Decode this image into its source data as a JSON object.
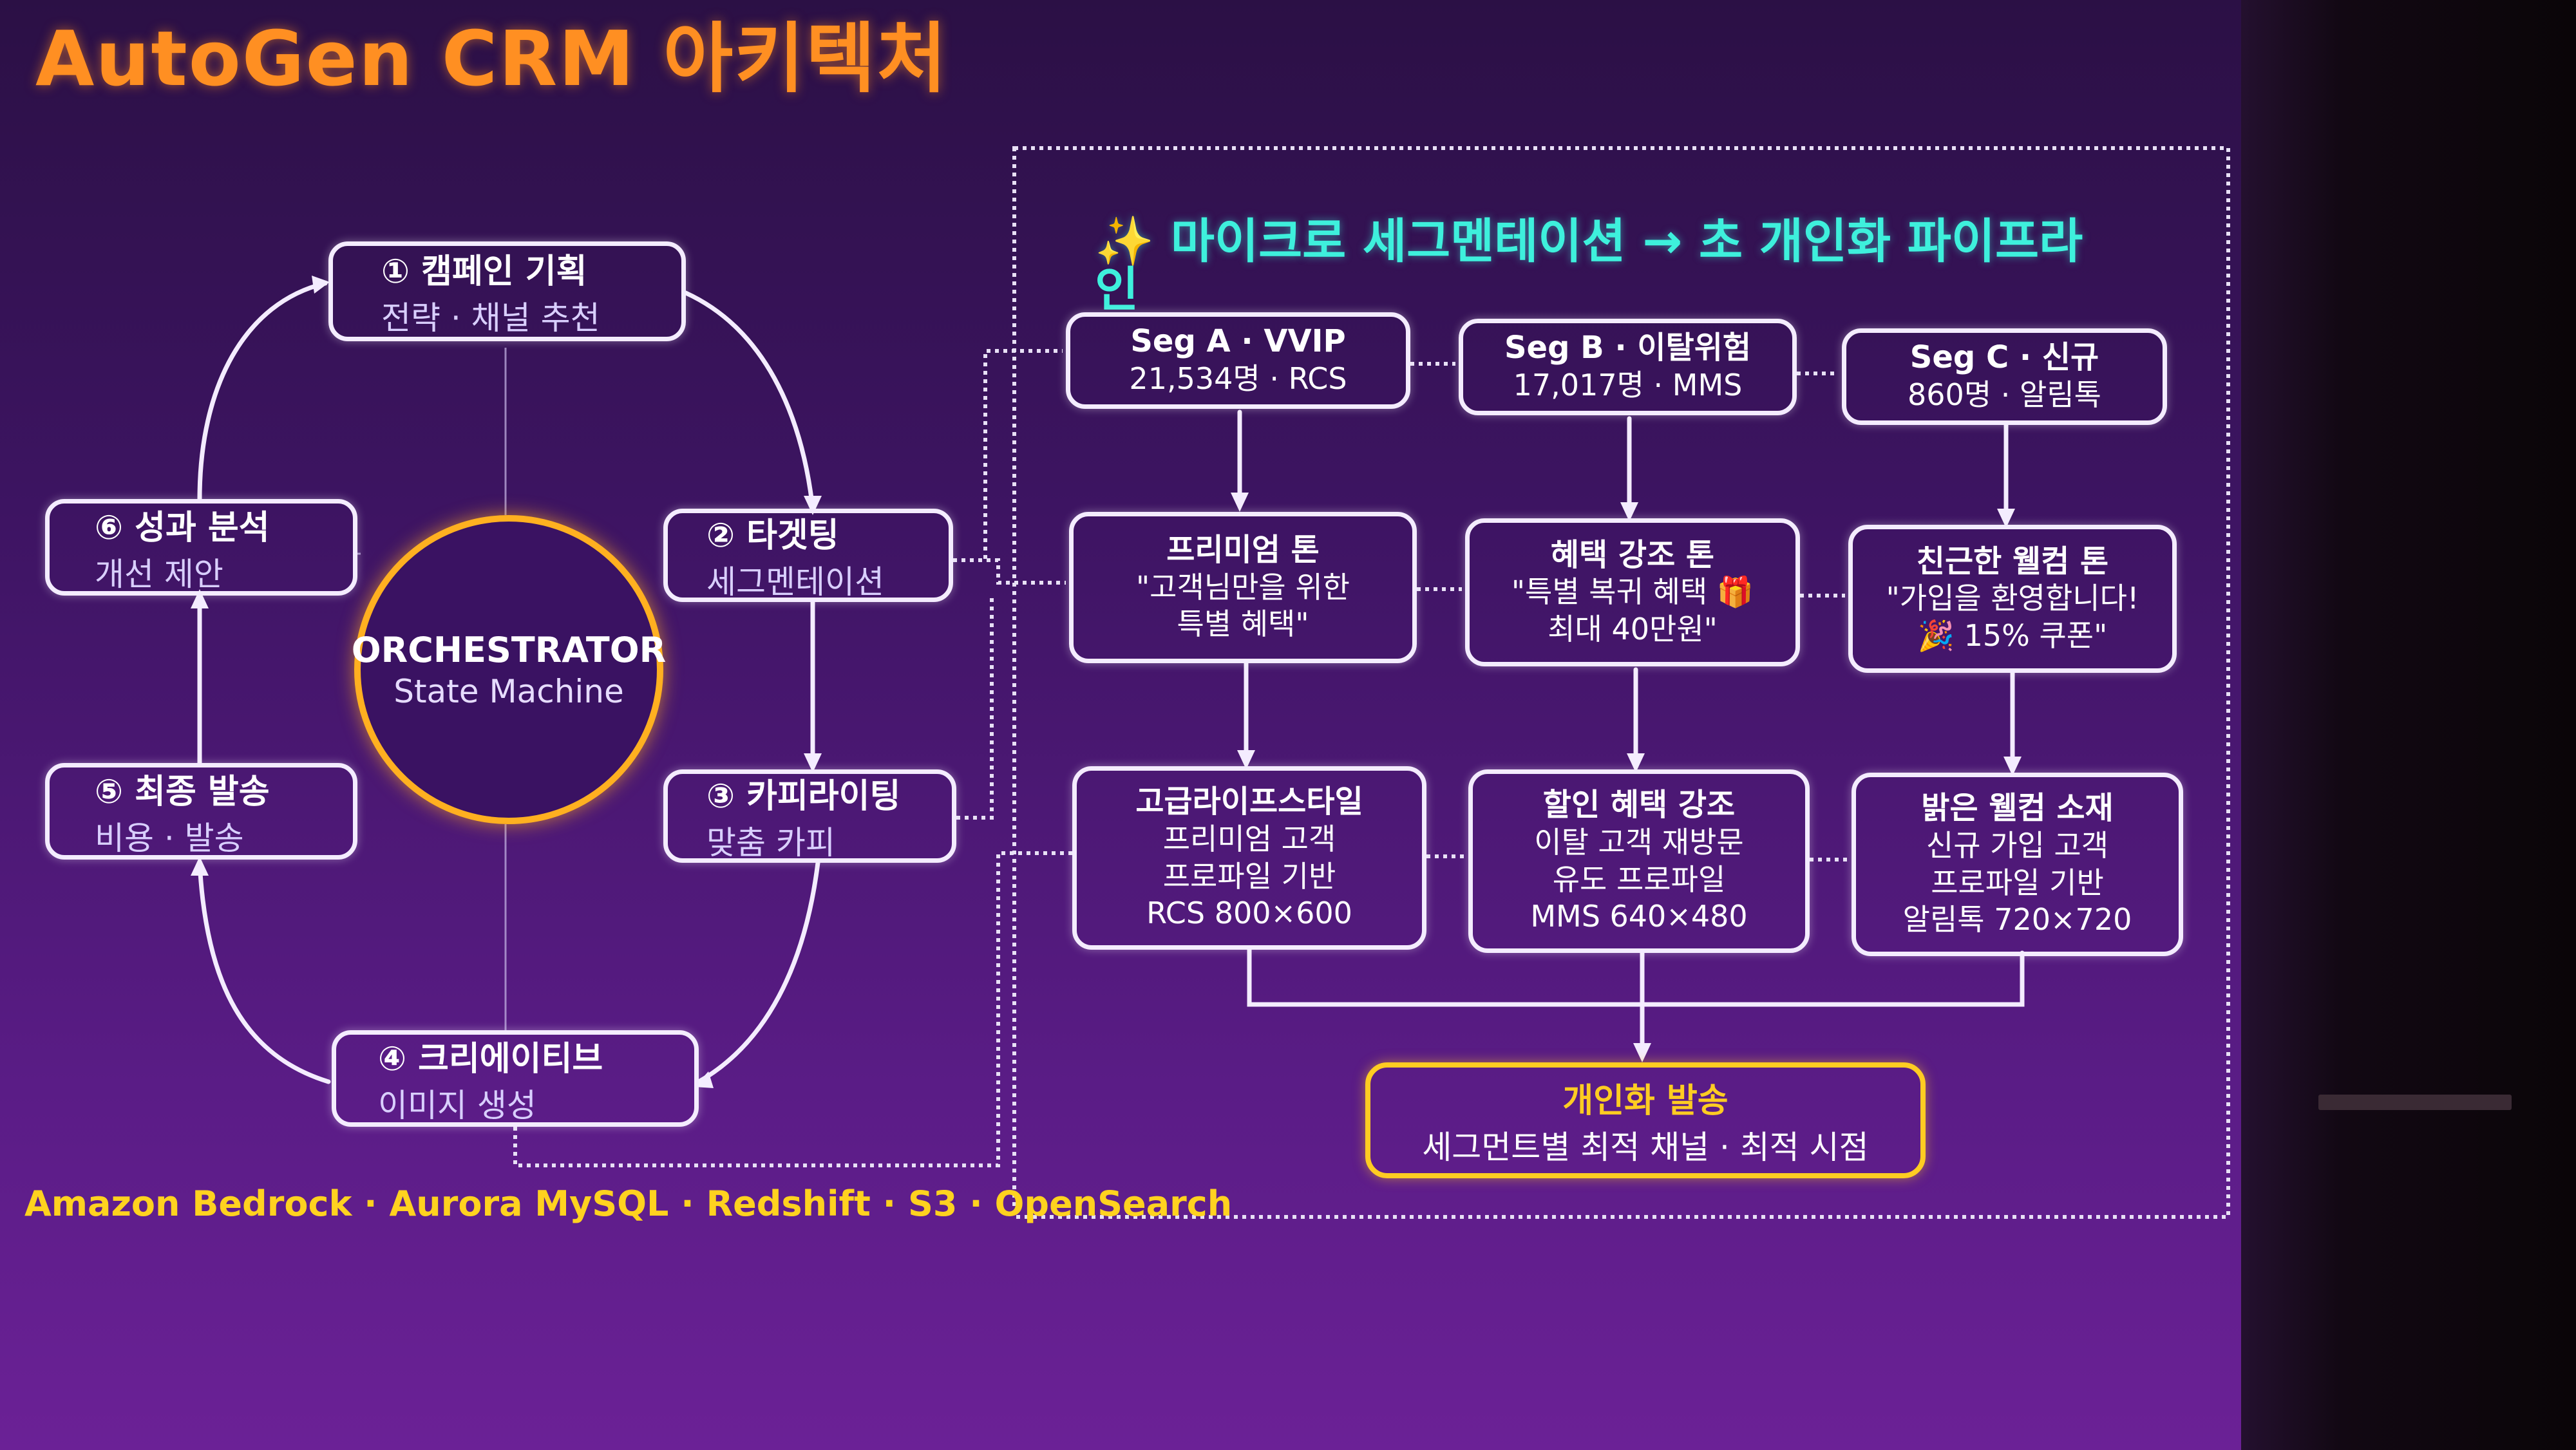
{
  "title": "AutoGen CRM 아키텍처",
  "orchestrator": {
    "title": "ORCHESTRATOR",
    "subtitle": "State Machine"
  },
  "steps": [
    {
      "title": "① 캠페인 기획",
      "subtitle": "전략 · 채널 추천"
    },
    {
      "title": "② 타겟팅",
      "subtitle": "세그멘테이션"
    },
    {
      "title": "③ 카피라이팅",
      "subtitle": "맞춤 카피"
    },
    {
      "title": "④ 크리에이티브",
      "subtitle": "이미지 생성"
    },
    {
      "title": "⑤ 최종 발송",
      "subtitle": "비용 · 발송"
    },
    {
      "title": "⑥ 성과 분석",
      "subtitle": "개선 제안"
    }
  ],
  "micro": {
    "icon": "sparkles-icon",
    "title": "마이크로 세그멘테이션 → 초 개인화 파이프라",
    "title_cont": "인"
  },
  "segments": [
    {
      "title": "Seg A · VVIP",
      "detail": "21,534명 · RCS"
    },
    {
      "title": "Seg B · 이탈위험",
      "detail": "17,017명 · MMS"
    },
    {
      "title": "Seg C · 신규",
      "detail": "860명 · 알림톡"
    }
  ],
  "tones": [
    {
      "title": "프리미엄 톤",
      "line1": "\"고객님만을 위한",
      "line2": "특별 혜택\""
    },
    {
      "title": "혜택 강조 톤",
      "line1": "\"특별 복귀 혜택 🎁",
      "line2": "최대 40만원\""
    },
    {
      "title": "친근한 웰컴 톤",
      "line1": "\"가입을 환영합니다!",
      "line2": "🎉 15% 쿠폰\""
    }
  ],
  "creatives": [
    {
      "title": "고급라이프스타일",
      "line1": "프리미엄 고객",
      "line2": "프로파일 기반",
      "line3": "RCS 800×600"
    },
    {
      "title": "할인 혜택 강조",
      "line1": "이탈 고객 재방문",
      "line2": "유도 프로파일",
      "line3": "MMS 640×480"
    },
    {
      "title": "밝은 웰컴 소재",
      "line1": "신규 가입 고객",
      "line2": "프로파일 기반",
      "line3": "알림톡 720×720"
    }
  ],
  "delivery": {
    "title": "개인화 발송",
    "subtitle": "세그먼트별 최적 채널 · 최적 시점"
  },
  "footer": "Amazon Bedrock  ·  Aurora MySQL  ·  Redshift  ·  S3  · OpenSearch",
  "colors": {
    "background": "#3d1462",
    "title": "#ff8f22",
    "accent_cyan": "#3ef0dc",
    "accent_yellow": "#ffcc22",
    "orchestrator_ring": "#ffb020",
    "box_border": "#f4ecff"
  }
}
